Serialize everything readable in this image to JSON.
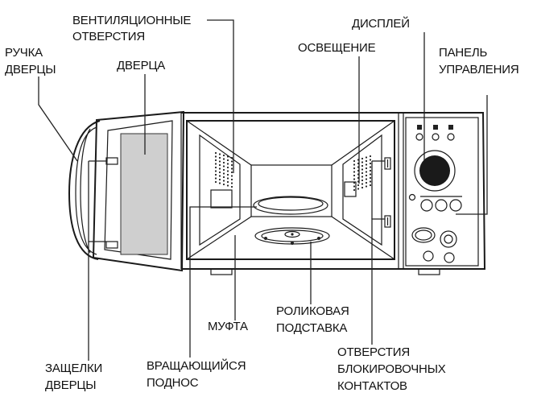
{
  "labels": {
    "vents": [
      "ВЕНТИЛЯЦИОННЫЕ",
      "ОТВЕРСТИЯ"
    ],
    "display": "ДИСПЛЕЙ",
    "door_handle": [
      "РУЧКА",
      "ДВЕРЦЫ"
    ],
    "door": "ДВЕРЦА",
    "light": "ОСВЕЩЕНИЕ",
    "control_panel": [
      "ПАНЕЛЬ",
      "УПРАВЛЕНИЯ"
    ],
    "coupler": "МУФТА",
    "roller_ring": [
      "РОЛИКОВАЯ",
      "ПОДСТАВКА"
    ],
    "door_latches": [
      "ЗАЩЕЛКИ",
      "ДВЕРЦЫ"
    ],
    "turntable": [
      "ВРАЩАЮЩИЙСЯ",
      "ПОДНОС"
    ],
    "interlock_holes": [
      "ОТВЕРСТИЯ",
      "БЛОКИРОВОЧНЫХ",
      "КОНТАКТОВ"
    ]
  }
}
